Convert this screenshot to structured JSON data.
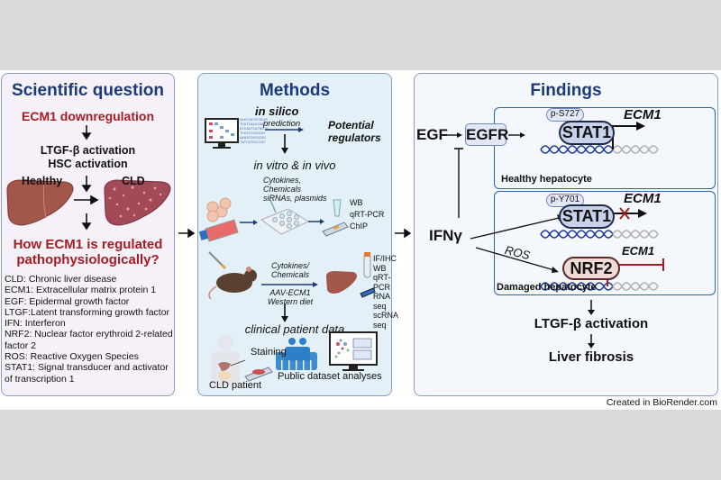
{
  "scientific_question": {
    "title": "Scientific question",
    "headline": "ECM1 downregulation",
    "steps": [
      "LTGF-β activation",
      "HSC activation"
    ],
    "liver_labels": {
      "healthy": "Healthy",
      "diseased": "CLD"
    },
    "question": [
      "How ECM1 is regulated",
      "pathophysiologically?"
    ],
    "glossary": [
      "CLD: Chronic liver disease",
      "ECM1: Extracellular matrix protein 1",
      "EGF: Epidermal growth factor",
      "LTGF:Latent transforming growth factor",
      "IFN: Interferon",
      "NRF2: Nuclear factor erythroid 2-related",
      "factor 2",
      "ROS: Reactive Oxygen Species",
      "STAT1: Signal transducer and activator",
      "of transcription 1"
    ]
  },
  "methods": {
    "title": "Methods",
    "in_silico": "in silico",
    "prediction": "prediction",
    "potential_regulators": [
      "Potential",
      "regulators"
    ],
    "in_vitro_vivo": "in vitro & in vivo",
    "cell_treatments": [
      "Cytokines,",
      "Chemicals",
      "siRNAs, plasmids"
    ],
    "cell_assays": [
      "WB",
      "qRT-PCR",
      "ChIP"
    ],
    "mouse_treatments_top": [
      "Cytokines/",
      "Chemicals"
    ],
    "mouse_treatments_bottom": [
      "AAV-ECM1",
      "Western diet"
    ],
    "mouse_assays": [
      "IF/IHC",
      "WB",
      "qRT-PCR",
      "RNA seq",
      "scRNA seq"
    ],
    "clinical": "clinical patient data",
    "staining": "Staining",
    "cld_patient": "CLD patient",
    "public_dataset": "Public dataset analyses"
  },
  "findings": {
    "title": "Findings",
    "egf": "EGF",
    "egfr": "EGFR",
    "ifn": "IFNγ",
    "ros": "ROS",
    "healthy": {
      "tag": "p-S727",
      "protein": "STAT1",
      "gene": "ECM1",
      "label": "Healthy hepatocyte"
    },
    "damaged": {
      "tag": "p-Y701",
      "protein": "STAT1",
      "gene": "ECM1",
      "nrf2": "NRF2",
      "gene2": "ECM1",
      "label": "Damaged hepatocyte"
    },
    "outcome_1": "LTGF-β activation",
    "outcome_2": "Liver fibrosis"
  },
  "credit": "Created in BioRender.com",
  "colors": {
    "title_blue": "#1d3a78",
    "accent_red": "#a51d22",
    "dna_blue": "#1f3a93",
    "dna_grey": "#b0b0b0",
    "liver": "#a3574a"
  }
}
